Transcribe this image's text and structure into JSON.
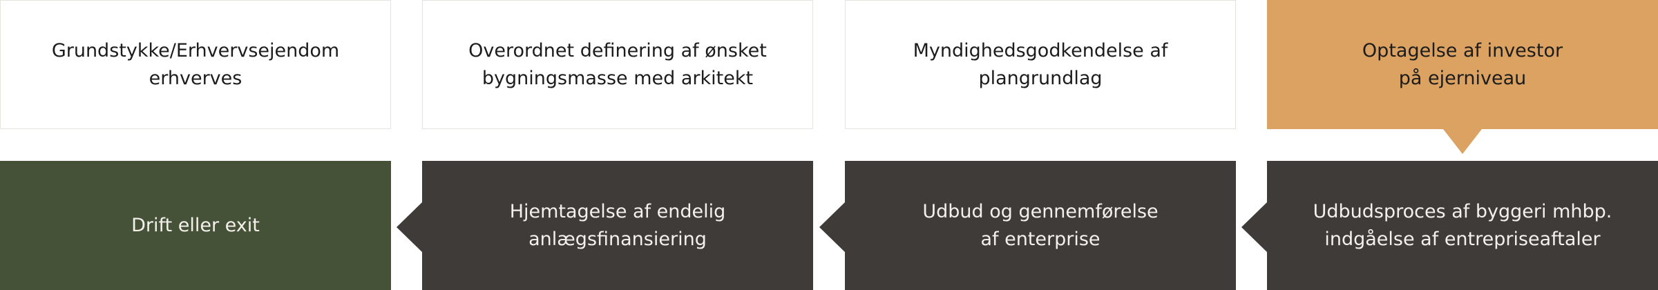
{
  "steps": {
    "s1": "Grundstykke/Erhvervsejendom\nerhverves",
    "s2": "Overordnet definering af ønsket\nbygningsmasse med arkitekt",
    "s3": "Myndighedsgodkendelse af\nplangrundlag",
    "s4": "Optagelse af investor\npå ejerniveau",
    "s5": "Udbudsproces af byggeri mhbp.\nindgåelse af entrepriseaftaler",
    "s6": "Udbud og gennemførelse\naf enterprise",
    "s7": "Hjemtagelse af endelig\nanlægsfinansiering",
    "s8": "Drift eller exit"
  },
  "colors": {
    "light": "#ffffff",
    "accent": "#dba262",
    "dark": "#3e3b38",
    "green": "#465237"
  }
}
